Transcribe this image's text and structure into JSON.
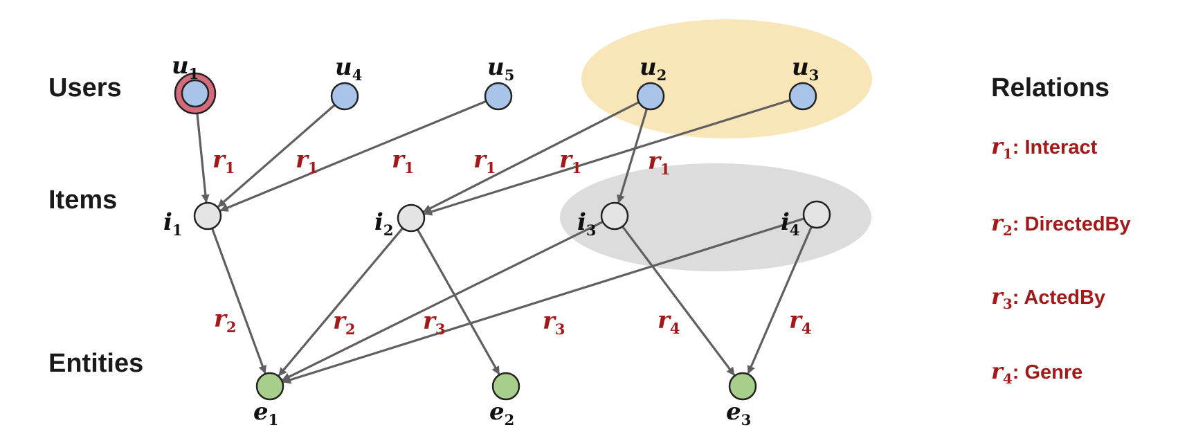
{
  "colors": {
    "user_fill": "#a8c4e8",
    "item_fill": "#e4e4e4",
    "entity_fill": "#a7cf8b",
    "highlight_ring": "#d36b79",
    "node_stroke": "#222222",
    "edge": "#5f5f5f",
    "relation_text": "#a31818",
    "user_group": "#f8e6b8",
    "item_group": "#dcdcdc"
  },
  "rows": {
    "users": "Users",
    "items": "Items",
    "entities": "Entities"
  },
  "nodes": {
    "users": [
      {
        "id": "u1",
        "base": "u",
        "sub": "1",
        "highlighted": true
      },
      {
        "id": "u4",
        "base": "u",
        "sub": "4"
      },
      {
        "id": "u5",
        "base": "u",
        "sub": "5"
      },
      {
        "id": "u2",
        "base": "u",
        "sub": "2"
      },
      {
        "id": "u3",
        "base": "u",
        "sub": "3"
      }
    ],
    "items": [
      {
        "id": "i1",
        "base": "i",
        "sub": "1"
      },
      {
        "id": "i2",
        "base": "i",
        "sub": "2"
      },
      {
        "id": "i3",
        "base": "i",
        "sub": "3"
      },
      {
        "id": "i4",
        "base": "i",
        "sub": "4"
      }
    ],
    "entities": [
      {
        "id": "e1",
        "base": "e",
        "sub": "1"
      },
      {
        "id": "e2",
        "base": "e",
        "sub": "2"
      },
      {
        "id": "e3",
        "base": "e",
        "sub": "3"
      }
    ]
  },
  "edges": [
    {
      "from": "u1",
      "to": "i1",
      "relation": "r",
      "sub": "1"
    },
    {
      "from": "u4",
      "to": "i1",
      "relation": "r",
      "sub": "1"
    },
    {
      "from": "u5",
      "to": "i1",
      "relation": "r",
      "sub": "1"
    },
    {
      "from": "u2",
      "to": "i2",
      "relation": "r",
      "sub": "1"
    },
    {
      "from": "u3",
      "to": "i2",
      "relation": "r",
      "sub": "1"
    },
    {
      "from": "u2",
      "to": "i3",
      "relation": "r",
      "sub": "1"
    },
    {
      "from": "i1",
      "to": "e1",
      "relation": "r",
      "sub": "2"
    },
    {
      "from": "i2",
      "to": "e1",
      "relation": "r",
      "sub": "2"
    },
    {
      "from": "i2",
      "to": "e2",
      "relation": "",
      "sub": ""
    },
    {
      "from": "i3",
      "to": "e1",
      "relation": "r",
      "sub": "3"
    },
    {
      "from": "i4",
      "to": "e1",
      "relation": "r",
      "sub": "3"
    },
    {
      "from": "i3",
      "to": "e3",
      "relation": "r",
      "sub": "4"
    },
    {
      "from": "i4",
      "to": "e3",
      "relation": "r",
      "sub": "4"
    }
  ],
  "legend": {
    "title": "Relations",
    "items": [
      {
        "symbol": "r",
        "sub": "1",
        "label": ": Interact"
      },
      {
        "symbol": "r",
        "sub": "2",
        "label": ": DirectedBy"
      },
      {
        "symbol": "r",
        "sub": "3",
        "label": ": ActedBy"
      },
      {
        "symbol": "r",
        "sub": "4",
        "label": ": Genre"
      }
    ]
  }
}
